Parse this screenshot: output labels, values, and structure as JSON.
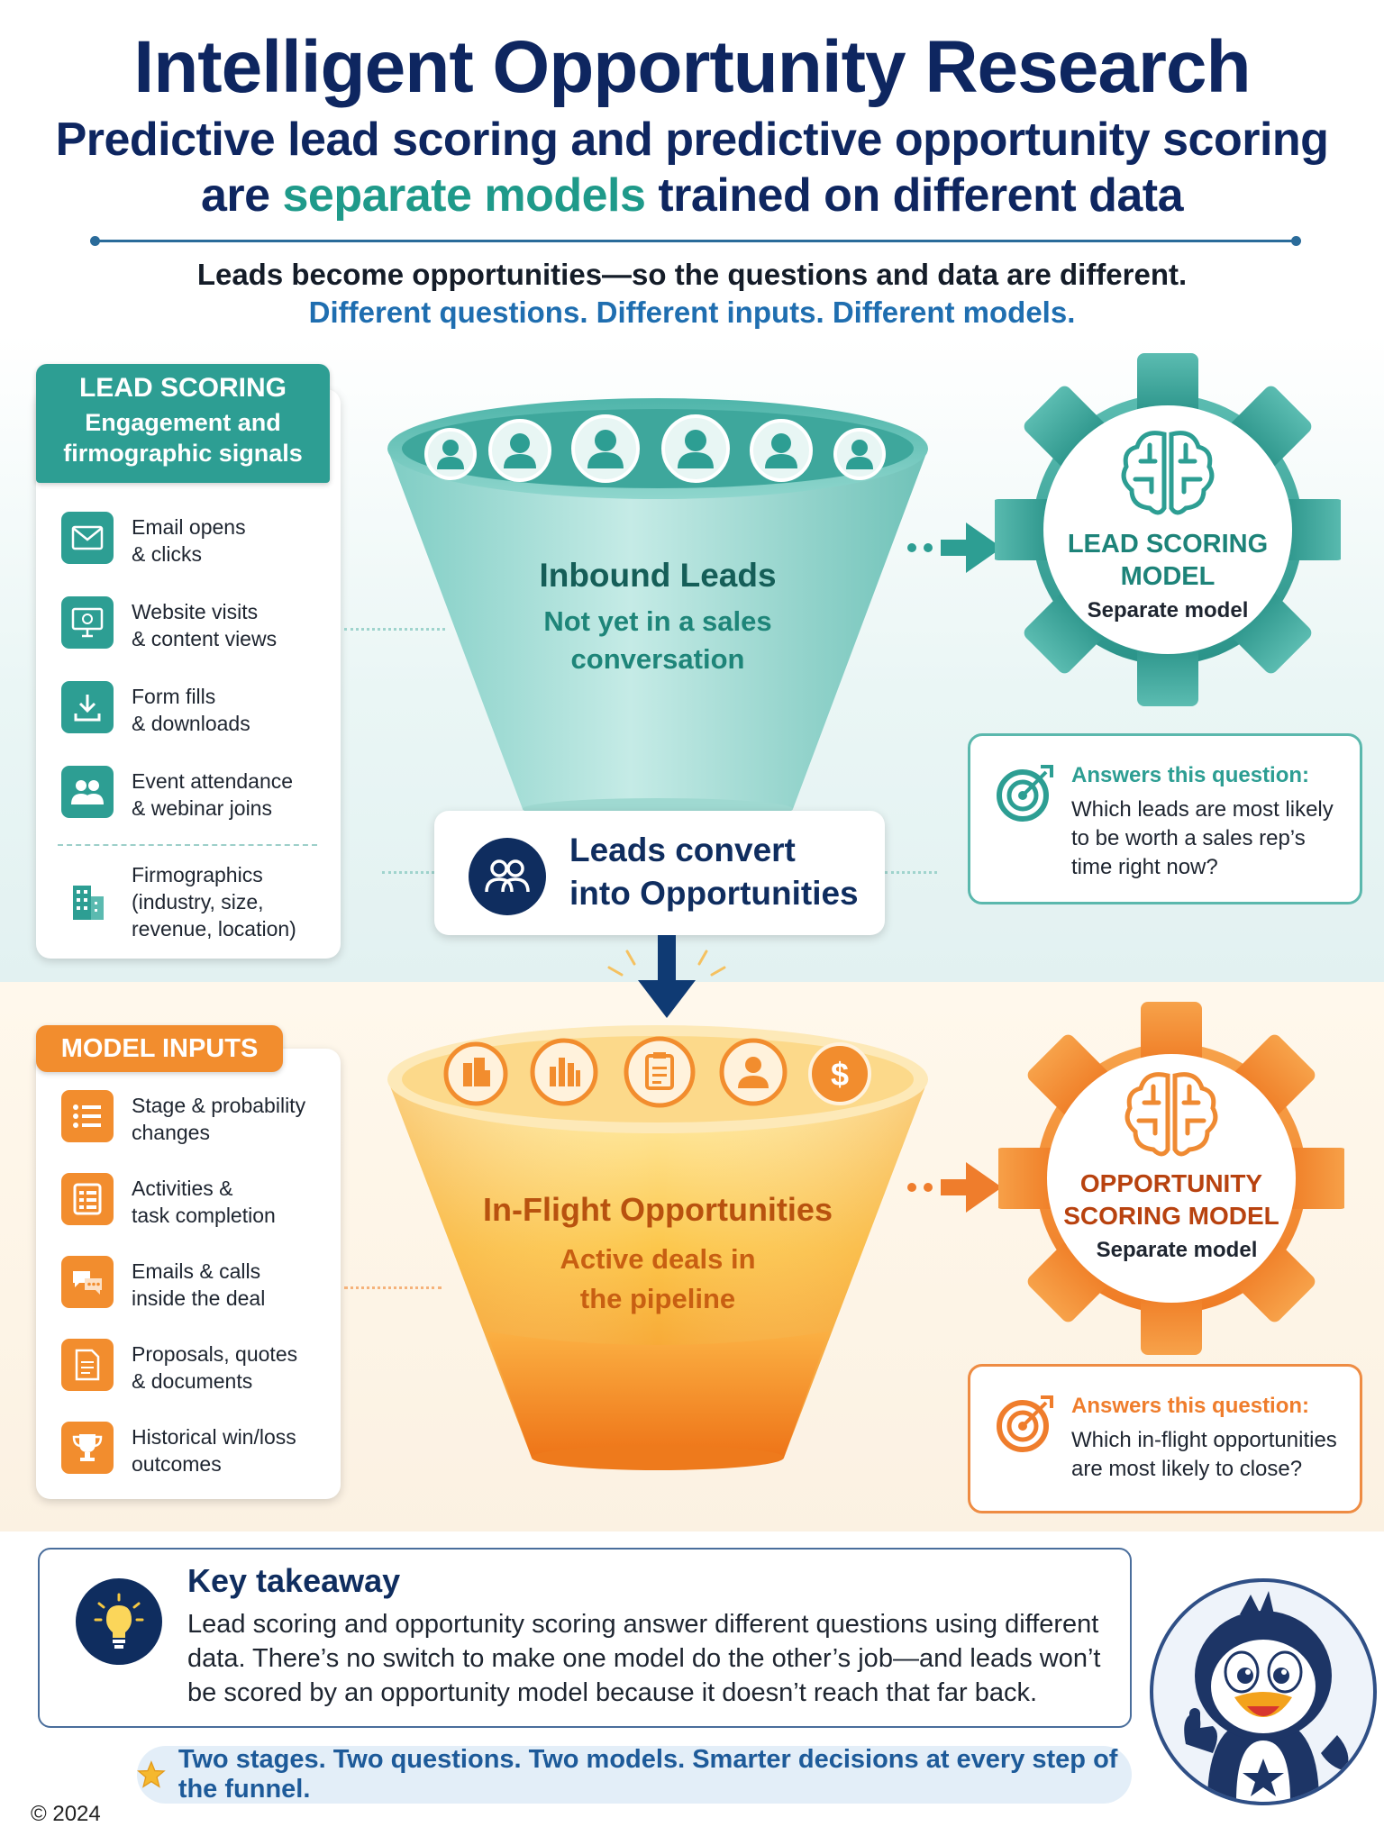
{
  "header": {
    "title": "Intelligent Opportunity Research",
    "subtitle_pre": "Predictive lead scoring and predictive opportunity scoring",
    "subtitle_mid_pre": "are ",
    "subtitle_highlight": "separate models",
    "subtitle_post": " trained on different data",
    "lede": "Leads become opportunities—so the questions and data are different.",
    "lede2": "Different questions. Different inputs. Different models."
  },
  "lead_card": {
    "title": "LEAD SCORING",
    "subtitle_1": "Engagement and",
    "subtitle_2": "firmographic signals",
    "items": [
      {
        "label": "Email opens\n& clicks",
        "icon": "envelope-icon"
      },
      {
        "label": "Website visits\n& content views",
        "icon": "monitor-icon"
      },
      {
        "label": "Form fills\n& downloads",
        "icon": "download-icon"
      },
      {
        "label": "Event attendance\n& webinar joins",
        "icon": "people-icon"
      },
      {
        "label": "Firmographics\n(industry, size,\nrevenue, location)",
        "icon": "building-icon"
      }
    ]
  },
  "inputs_card": {
    "title": "MODEL INPUTS",
    "items": [
      {
        "label": "Stage & probability\nchanges",
        "icon": "list-icon"
      },
      {
        "label": "Activities &\ntask completion",
        "icon": "checklist-icon"
      },
      {
        "label": "Emails & calls\ninside the deal",
        "icon": "chat-icon"
      },
      {
        "label": "Proposals, quotes\n& documents",
        "icon": "document-icon"
      },
      {
        "label": "Historical win/loss\noutcomes",
        "icon": "trophy-icon"
      }
    ]
  },
  "lead_funnel": {
    "title": "Inbound Leads",
    "sub_1": "Not yet in a sales",
    "sub_2": "conversation"
  },
  "opp_funnel": {
    "title": "In-Flight Opportunities",
    "sub_1": "Active deals in",
    "sub_2": "the pipeline"
  },
  "convert": {
    "line_1": "Leads convert",
    "line_2": "into Opportunities"
  },
  "lead_gear": {
    "line_1": "LEAD SCORING",
    "line_2": "MODEL",
    "sub": "Separate model"
  },
  "opp_gear": {
    "line_1": "OPPORTUNITY",
    "line_2": "SCORING MODEL",
    "sub": "Separate model"
  },
  "lead_answer": {
    "heading": "Answers this question:",
    "text": "Which leads are most likely to be worth a sales rep’s time right now?"
  },
  "opp_answer": {
    "heading": "Answers this question:",
    "text": "Which in-flight opportunities are most likely to close?"
  },
  "takeaway": {
    "heading": "Key takeaway",
    "text": "Lead scoring and opportunity scoring answer different questions using different data. There’s no switch to make one model do the other’s job—and leads won’t be scored by an opportunity model because it doesn’t reach that far back."
  },
  "banner": {
    "text": "Two stages. Two questions. Two models. Smarter decisions at every step of the funnel."
  },
  "footer": {
    "copyright": "© 2024"
  },
  "colors": {
    "navy": "#0e2660",
    "teal": "#2d9e93",
    "orange": "#f28d2e",
    "blue": "#1f6eb0"
  }
}
